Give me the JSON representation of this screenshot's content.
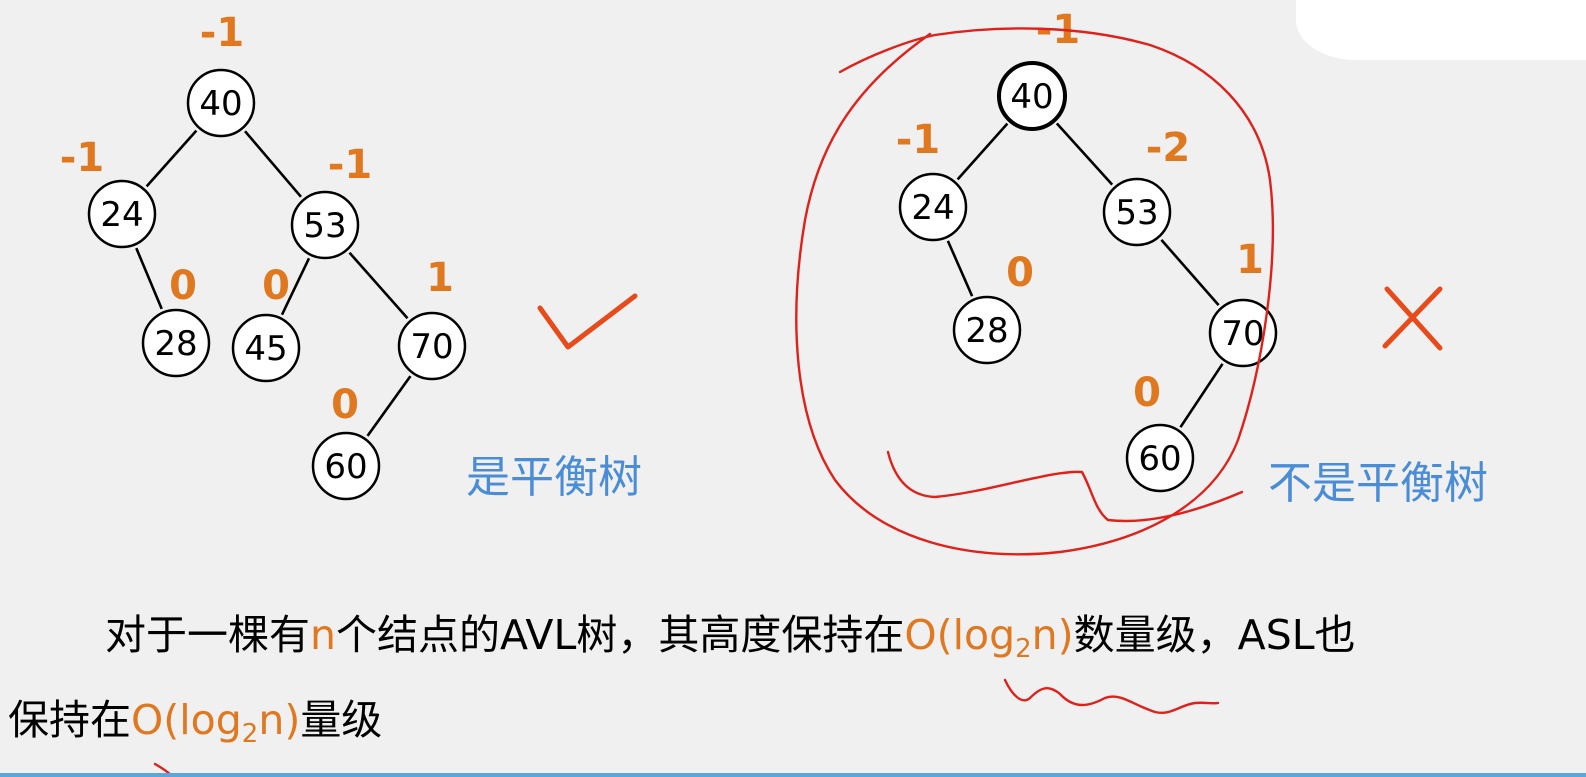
{
  "colors": {
    "accent": "#e07820",
    "verdict_blue": "#4a8cd6",
    "node_highlight": "#f7b57a",
    "annotation_red": "#e0201a",
    "background": "#f0f0f0"
  },
  "trees": [
    {
      "id": "balanced",
      "nodes": [
        {
          "key": "40",
          "label": "40",
          "bf": "-1"
        },
        {
          "key": "24",
          "label": "24",
          "bf": "-1"
        },
        {
          "key": "53",
          "label": "53",
          "bf": "-1"
        },
        {
          "key": "28",
          "label": "28",
          "bf": "0"
        },
        {
          "key": "45",
          "label": "45",
          "bf": "0"
        },
        {
          "key": "70",
          "label": "70",
          "bf": "1"
        },
        {
          "key": "60",
          "label": "60",
          "bf": "0"
        }
      ],
      "edges": [
        [
          "40",
          "24"
        ],
        [
          "40",
          "53"
        ],
        [
          "24",
          "28"
        ],
        [
          "53",
          "45"
        ],
        [
          "53",
          "70"
        ],
        [
          "70",
          "60"
        ]
      ],
      "verdict": "是平衡树",
      "mark_icon": "check-icon"
    },
    {
      "id": "unbalanced",
      "nodes": [
        {
          "key": "40",
          "label": "40",
          "bf": "-1"
        },
        {
          "key": "24",
          "label": "24",
          "bf": "-1"
        },
        {
          "key": "53",
          "label": "53",
          "bf": "-2",
          "highlighted": true
        },
        {
          "key": "28",
          "label": "28",
          "bf": "0"
        },
        {
          "key": "70",
          "label": "70",
          "bf": "1"
        },
        {
          "key": "60",
          "label": "60",
          "bf": "0"
        }
      ],
      "edges": [
        [
          "40",
          "24"
        ],
        [
          "40",
          "53"
        ],
        [
          "24",
          "28"
        ],
        [
          "53",
          "70"
        ],
        [
          "70",
          "60"
        ]
      ],
      "verdict": "不是平衡树",
      "mark_icon": "cross-icon"
    }
  ],
  "text": {
    "line1_pre": "对于一棵有",
    "line1_n": "n",
    "line1_mid": "个结点的AVL树，其高度保持在",
    "line1_big_o_open": "O(log",
    "line1_sub": "2",
    "line1_big_o_close": "n)",
    "line1_post": "数量级，ASL也",
    "line2_pre": "保持在",
    "line2_big_o_open": "O(log",
    "line2_sub": "2",
    "line2_big_o_close": "n)",
    "line2_post": "量级"
  }
}
